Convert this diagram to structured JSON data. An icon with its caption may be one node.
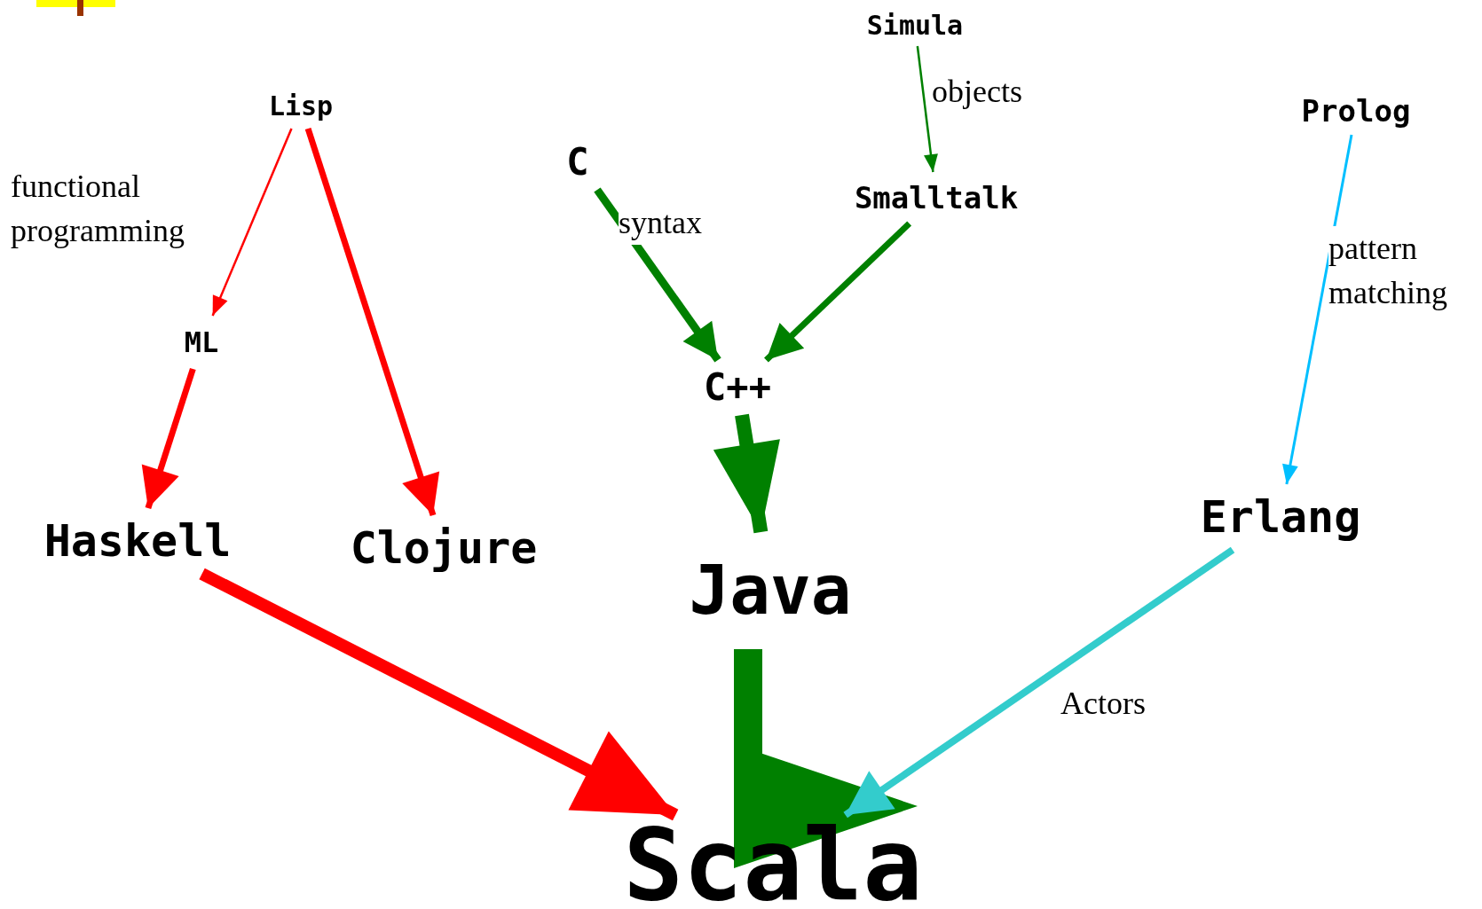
{
  "diagram": {
    "nodes": [
      {
        "text": [
          "Simula"
        ]
      },
      {
        "text": [
          "Lisp"
        ]
      },
      {
        "text": [
          "Prolog"
        ]
      },
      {
        "text": [
          "C"
        ]
      },
      {
        "text": [
          "Smalltalk"
        ]
      },
      {
        "text": [
          "ML"
        ]
      },
      {
        "text": [
          "C++"
        ]
      },
      {
        "text": [
          "Haskell"
        ]
      },
      {
        "text": [
          "Clojure"
        ]
      },
      {
        "text": [
          "Erlang"
        ]
      },
      {
        "text": [
          "Java"
        ]
      },
      {
        "text": [
          "Scala"
        ]
      }
    ],
    "edges": [
      {
        "from": 0,
        "to": 4,
        "arrow": "to",
        "label": "objects",
        "color": "#008000"
      },
      {
        "from": 1,
        "to": 5,
        "arrow": "to",
        "label": "functional programming",
        "color": "#ff0000"
      },
      {
        "from": 1,
        "to": 8,
        "arrow": "to",
        "color": "#ff0000"
      },
      {
        "from": 5,
        "to": 7,
        "arrow": "to",
        "color": "#ff0000"
      },
      {
        "from": 3,
        "to": 6,
        "arrow": "to",
        "label": "syntax",
        "color": "#008000"
      },
      {
        "from": 4,
        "to": 6,
        "arrow": "to",
        "color": "#008000"
      },
      {
        "from": 6,
        "to": 10,
        "arrow": "to",
        "style": "thick",
        "color": "#008000"
      },
      {
        "from": 2,
        "to": 9,
        "arrow": "to",
        "label": "pattern matching",
        "color": "#00bfff"
      },
      {
        "from": 7,
        "to": 11,
        "arrow": "to",
        "style": "thick",
        "color": "#ff0000"
      },
      {
        "from": 10,
        "to": 11,
        "arrow": "to",
        "style": "thick",
        "color": "#008000"
      },
      {
        "from": 9,
        "to": 11,
        "arrow": "to",
        "label": "Actors",
        "color": "#33cccc"
      }
    ]
  }
}
